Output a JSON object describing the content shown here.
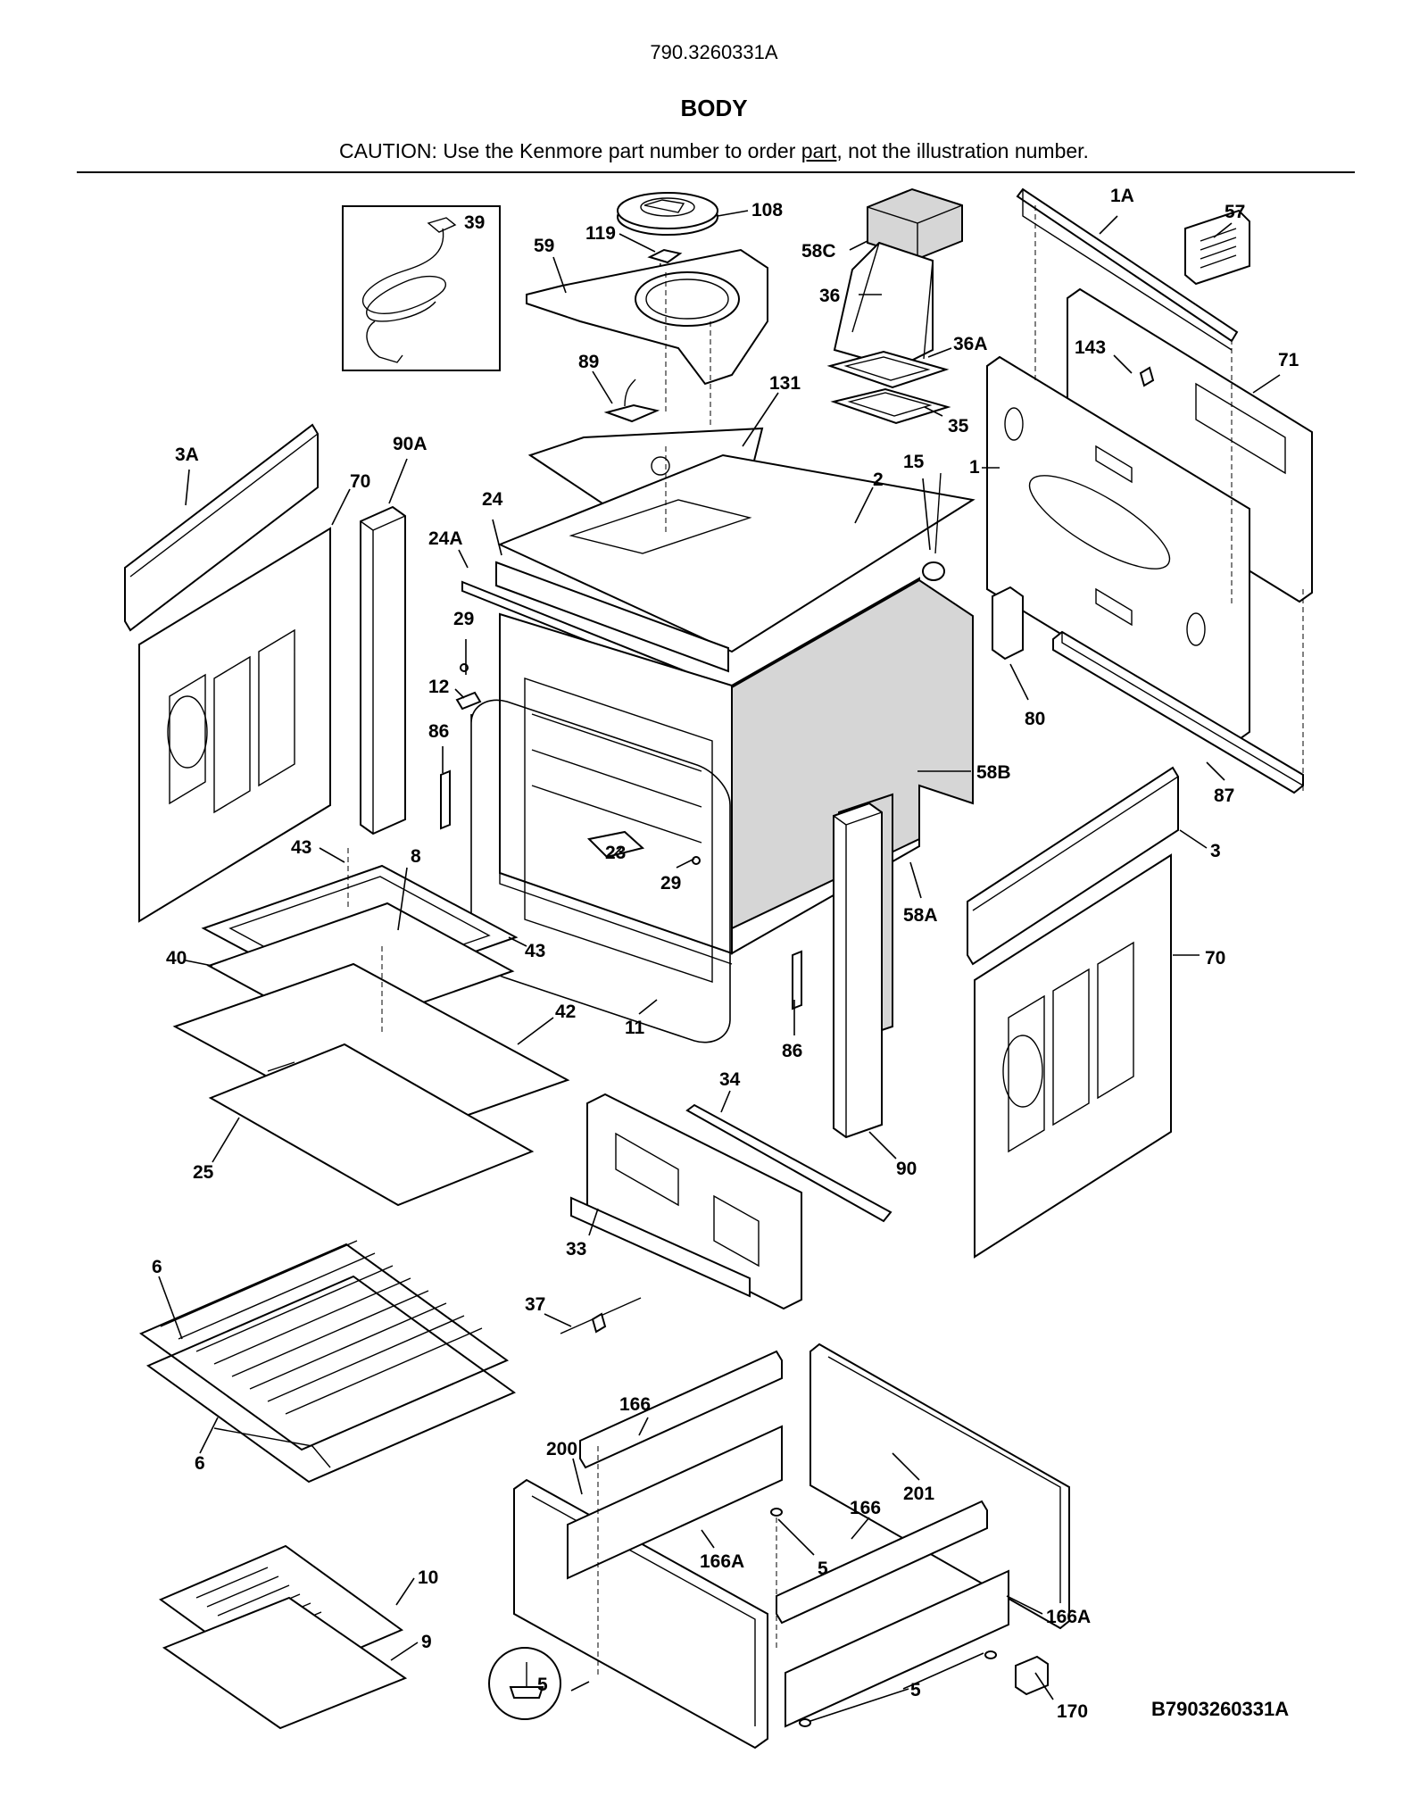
{
  "header": {
    "model": "790.3260331A",
    "title": "BODY",
    "caution_before": "CAUTION: Use the Kenmore part number to order ",
    "caution_link": "part",
    "caution_after": ", not the illustration number."
  },
  "labels": {
    "l39": "39",
    "l108": "108",
    "l119": "119",
    "l59": "59",
    "l58C": "58C",
    "l1A": "1A",
    "l57": "57",
    "l36": "36",
    "l36A": "36A",
    "l89": "89",
    "l143": "143",
    "l71": "71",
    "l131": "131",
    "l35": "35",
    "l3A": "3A",
    "l90A": "90A",
    "l70a": "70",
    "l24": "24",
    "l2": "2",
    "l15": "15",
    "l1": "1",
    "l24A": "24A",
    "l29a": "29",
    "l12": "12",
    "l80": "80",
    "l86a": "86",
    "l58B": "58B",
    "l87": "87",
    "l43a": "43",
    "l8": "8",
    "l23": "23",
    "l29b": "29",
    "l3": "3",
    "l58A": "58A",
    "l43b": "43",
    "l40": "40",
    "l70b": "70",
    "l42": "42",
    "l11": "11",
    "l86b": "86",
    "l34": "34",
    "l25": "25",
    "l90": "90",
    "l33": "33",
    "l6a": "6",
    "l37": "37",
    "l166a": "166",
    "l6b": "6",
    "l200": "200",
    "l201": "201",
    "l166b": "166",
    "l5a": "5",
    "l166Aa": "166A",
    "l10": "10",
    "l166Ab": "166A",
    "l9": "9",
    "l5b": "5",
    "l5c": "5",
    "l170": "170"
  },
  "footer": {
    "doc_id": "B7903260331A"
  }
}
